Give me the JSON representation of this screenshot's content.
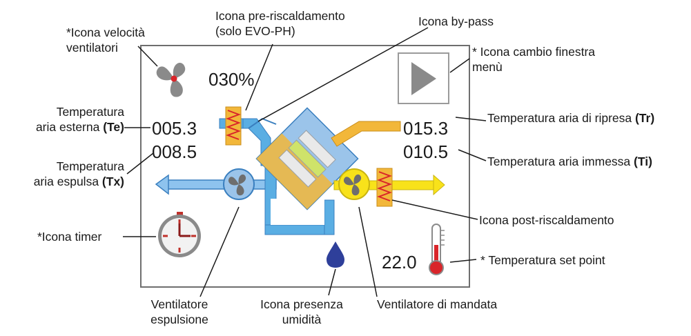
{
  "display": {
    "fan_speed": "030%",
    "temp_outdoor": "005.3",
    "temp_exhaust": "008.5",
    "temp_return": "015.3",
    "temp_supply": "010.5",
    "set_point": "22.0"
  },
  "labels": {
    "fan_speed_icon": [
      "*Icona velocità",
      "ventilatori"
    ],
    "preheat_icon": [
      "Icona pre-riscaldamento",
      "(solo EVO-PH)"
    ],
    "bypass_icon": "Icona by-pass",
    "menu_icon": [
      "* Icona cambio finestra",
      "menù"
    ],
    "te": [
      "Temperatura",
      "aria esterna ",
      "(Te)"
    ],
    "tx": [
      "Temperatura",
      "aria espulsa ",
      "(Tx)"
    ],
    "tr": [
      "Temperatura aria di ripresa ",
      "(Tr)"
    ],
    "ti": [
      "Temperatura aria immessa ",
      "(Ti)"
    ],
    "postheat_icon": "Icona post-riscaldamento",
    "timer_icon": "*Icona timer",
    "setpoint": "* Temperatura set point",
    "exhaust_fan": [
      "Ventilatore",
      "espulsione"
    ],
    "humidity_icon": [
      "Icona presenza",
      "umidità"
    ],
    "supply_fan": "Ventilatore di mandata"
  },
  "colors": {
    "blue": "#5aaee3",
    "blue_dark": "#3a7fbf",
    "yellow": "#f8e21a",
    "orange": "#f2b73a",
    "heater_red": "#d9252a",
    "frame": "#6e6e6e"
  }
}
